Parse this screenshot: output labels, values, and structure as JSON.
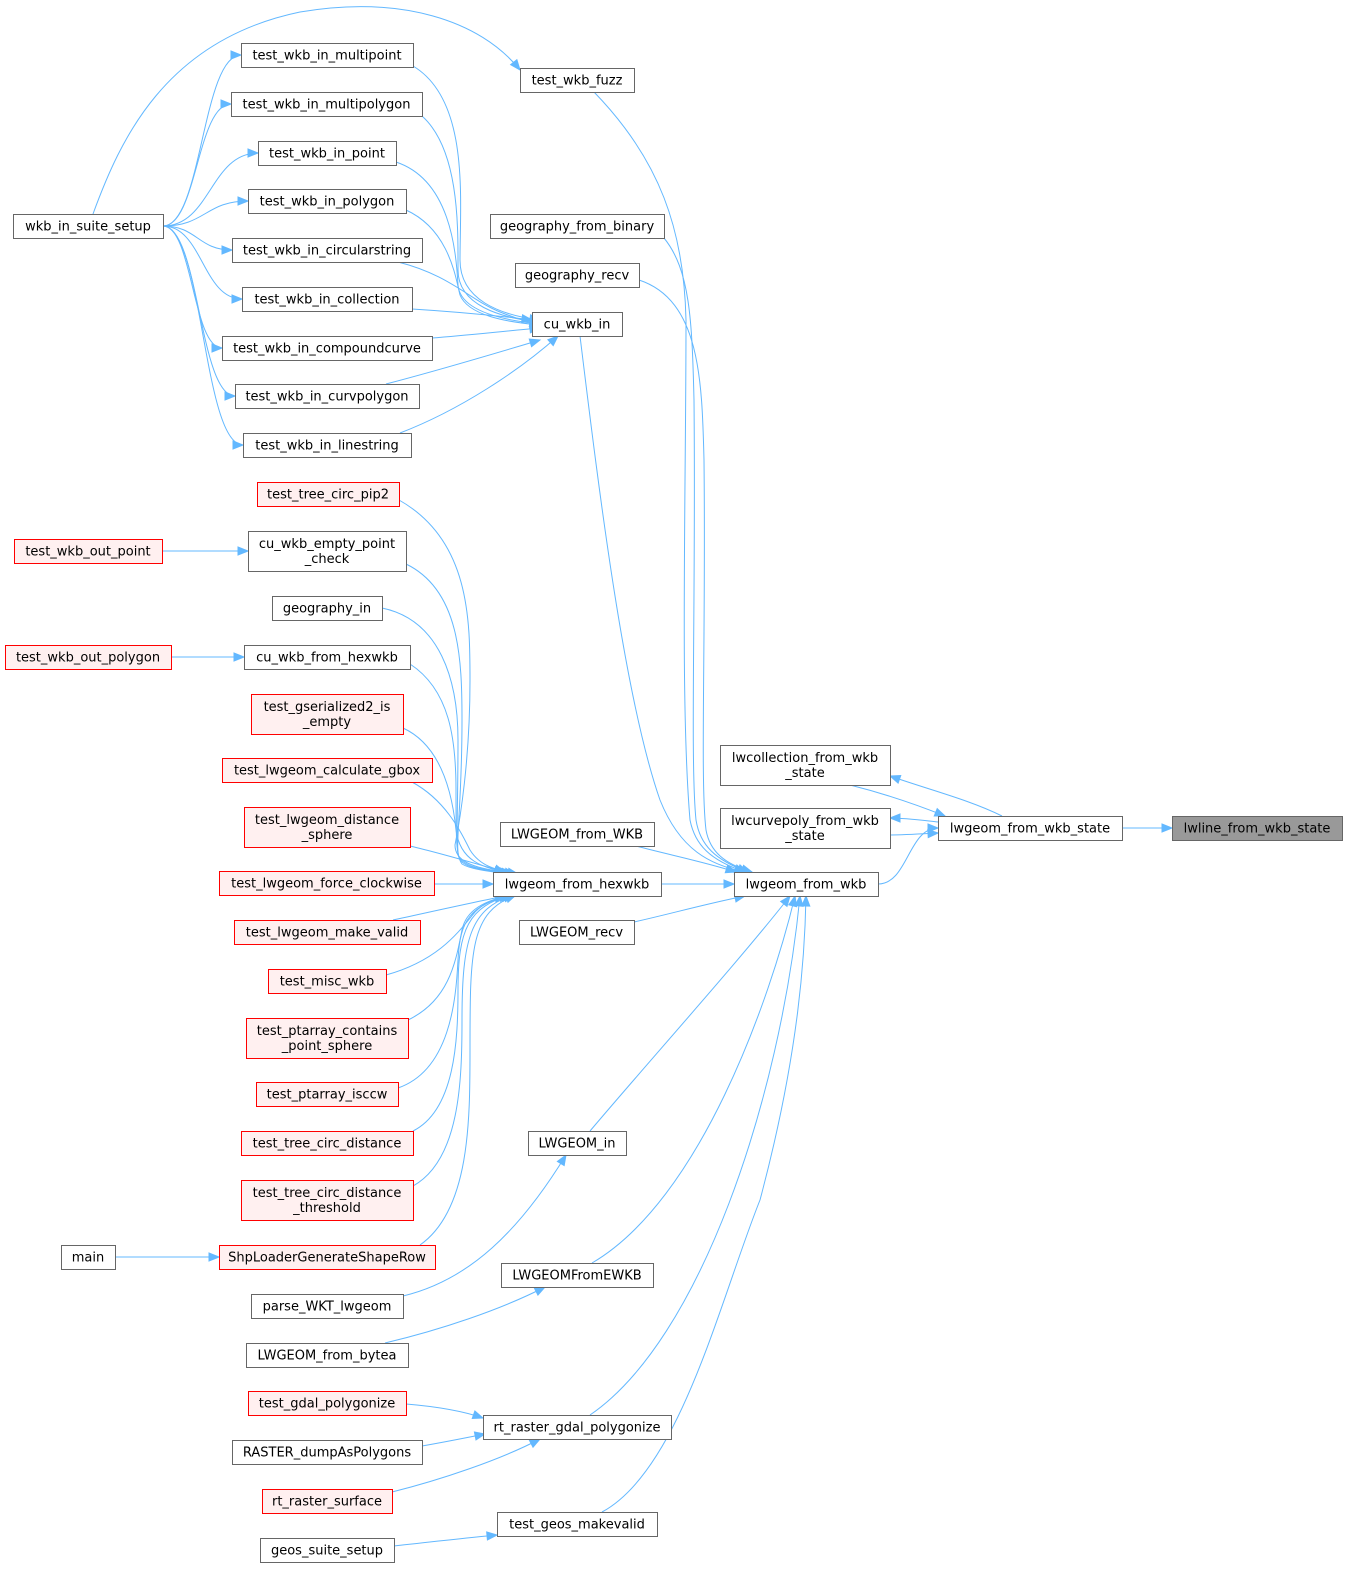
{
  "colors": {
    "edge": "#63b8ff",
    "node_fill": "#ffffff",
    "node_border": "#666666",
    "undoc_fill": "#fff0f0",
    "undoc_border": "#ff0000",
    "focus_fill": "#999999",
    "focus_border": "#666666"
  },
  "nodes": {
    "lwline_from_wkb_state": {
      "lines": [
        "lwline_from_wkb_state"
      ],
      "style": "focus"
    },
    "lwgeom_from_wkb_state": {
      "lines": [
        "lwgeom_from_wkb_state"
      ],
      "style": "normal"
    },
    "lwcollection_from_wkb_state": {
      "lines": [
        "lwcollection_from_wkb",
        "_state"
      ],
      "style": "normal"
    },
    "lwcurvepoly_from_wkb_state": {
      "lines": [
        "lwcurvepoly_from_wkb",
        "_state"
      ],
      "style": "normal"
    },
    "lwgeom_from_wkb": {
      "lines": [
        "lwgeom_from_wkb"
      ],
      "style": "normal"
    },
    "test_wkb_fuzz": {
      "lines": [
        "test_wkb_fuzz"
      ],
      "style": "normal"
    },
    "geography_from_binary": {
      "lines": [
        "geography_from_binary"
      ],
      "style": "normal"
    },
    "geography_recv": {
      "lines": [
        "geography_recv"
      ],
      "style": "normal"
    },
    "cu_wkb_in": {
      "lines": [
        "cu_wkb_in"
      ],
      "style": "normal"
    },
    "LWGEOM_from_WKB": {
      "lines": [
        "LWGEOM_from_WKB"
      ],
      "style": "normal"
    },
    "lwgeom_from_hexwkb": {
      "lines": [
        "lwgeom_from_hexwkb"
      ],
      "style": "normal"
    },
    "LWGEOM_recv": {
      "lines": [
        "LWGEOM_recv"
      ],
      "style": "normal"
    },
    "LWGEOM_in": {
      "lines": [
        "LWGEOM_in"
      ],
      "style": "normal"
    },
    "LWGEOMFromEWKB": {
      "lines": [
        "LWGEOMFromEWKB"
      ],
      "style": "normal"
    },
    "rt_raster_gdal_polygonize": {
      "lines": [
        "rt_raster_gdal_polygonize"
      ],
      "style": "normal"
    },
    "test_geos_makevalid": {
      "lines": [
        "test_geos_makevalid"
      ],
      "style": "normal"
    },
    "test_wkb_in_multipoint": {
      "lines": [
        "test_wkb_in_multipoint"
      ],
      "style": "normal"
    },
    "test_wkb_in_multipolygon": {
      "lines": [
        "test_wkb_in_multipolygon"
      ],
      "style": "normal"
    },
    "test_wkb_in_point": {
      "lines": [
        "test_wkb_in_point"
      ],
      "style": "normal"
    },
    "test_wkb_in_polygon": {
      "lines": [
        "test_wkb_in_polygon"
      ],
      "style": "normal"
    },
    "test_wkb_in_circularstring": {
      "lines": [
        "test_wkb_in_circularstring"
      ],
      "style": "normal"
    },
    "test_wkb_in_collection": {
      "lines": [
        "test_wkb_in_collection"
      ],
      "style": "normal"
    },
    "test_wkb_in_compoundcurve": {
      "lines": [
        "test_wkb_in_compoundcurve"
      ],
      "style": "normal"
    },
    "test_wkb_in_curvpolygon": {
      "lines": [
        "test_wkb_in_curvpolygon"
      ],
      "style": "normal"
    },
    "test_wkb_in_linestring": {
      "lines": [
        "test_wkb_in_linestring"
      ],
      "style": "normal"
    },
    "wkb_in_suite_setup": {
      "lines": [
        "wkb_in_suite_setup"
      ],
      "style": "normal"
    },
    "test_tree_circ_pip2": {
      "lines": [
        "test_tree_circ_pip2"
      ],
      "style": "undoc"
    },
    "cu_wkb_empty_point_check": {
      "lines": [
        "cu_wkb_empty_point",
        "_check"
      ],
      "style": "normal"
    },
    "test_wkb_out_point": {
      "lines": [
        "test_wkb_out_point"
      ],
      "style": "undoc"
    },
    "geography_in": {
      "lines": [
        "geography_in"
      ],
      "style": "normal"
    },
    "cu_wkb_from_hexwkb": {
      "lines": [
        "cu_wkb_from_hexwkb"
      ],
      "style": "normal"
    },
    "test_wkb_out_polygon": {
      "lines": [
        "test_wkb_out_polygon"
      ],
      "style": "undoc"
    },
    "test_gserialized2_is_empty": {
      "lines": [
        "test_gserialized2_is",
        "_empty"
      ],
      "style": "undoc"
    },
    "test_lwgeom_calculate_gbox": {
      "lines": [
        "test_lwgeom_calculate_gbox"
      ],
      "style": "undoc"
    },
    "test_lwgeom_distance_sphere": {
      "lines": [
        "test_lwgeom_distance",
        "_sphere"
      ],
      "style": "undoc"
    },
    "test_lwgeom_force_clockwise": {
      "lines": [
        "test_lwgeom_force_clockwise"
      ],
      "style": "undoc"
    },
    "test_lwgeom_make_valid": {
      "lines": [
        "test_lwgeom_make_valid"
      ],
      "style": "undoc"
    },
    "test_misc_wkb": {
      "lines": [
        "test_misc_wkb"
      ],
      "style": "undoc"
    },
    "test_ptarray_contains_point_sphere": {
      "lines": [
        "test_ptarray_contains",
        "_point_sphere"
      ],
      "style": "undoc"
    },
    "test_ptarray_isccw": {
      "lines": [
        "test_ptarray_isccw"
      ],
      "style": "undoc"
    },
    "test_tree_circ_distance": {
      "lines": [
        "test_tree_circ_distance"
      ],
      "style": "undoc"
    },
    "test_tree_circ_distance_threshold": {
      "lines": [
        "test_tree_circ_distance",
        "_threshold"
      ],
      "style": "undoc"
    },
    "ShpLoaderGenerateShapeRow": {
      "lines": [
        "ShpLoaderGenerateShapeRow"
      ],
      "style": "undoc"
    },
    "main": {
      "lines": [
        "main"
      ],
      "style": "normal"
    },
    "parse_WKT_lwgeom": {
      "lines": [
        "parse_WKT_lwgeom"
      ],
      "style": "normal"
    },
    "LWGEOM_from_bytea": {
      "lines": [
        "LWGEOM_from_bytea"
      ],
      "style": "normal"
    },
    "test_gdal_polygonize": {
      "lines": [
        "test_gdal_polygonize"
      ],
      "style": "undoc"
    },
    "RASTER_dumpAsPolygons": {
      "lines": [
        "RASTER_dumpAsPolygons"
      ],
      "style": "normal"
    },
    "rt_raster_surface": {
      "lines": [
        "rt_raster_surface"
      ],
      "style": "undoc"
    },
    "geos_suite_setup": {
      "lines": [
        "geos_suite_setup"
      ],
      "style": "normal"
    }
  },
  "edges": [
    {
      "from": "lwgeom_from_wkb_state",
      "to": "lwline_from_wkb_state"
    },
    {
      "from": "lwcollection_from_wkb_state",
      "to": "lwgeom_from_wkb_state"
    },
    {
      "from": "lwgeom_from_wkb_state",
      "to": "lwcollection_from_wkb_state"
    },
    {
      "from": "lwcurvepoly_from_wkb_state",
      "to": "lwgeom_from_wkb_state"
    },
    {
      "from": "lwgeom_from_wkb_state",
      "to": "lwcurvepoly_from_wkb_state"
    },
    {
      "from": "lwgeom_from_wkb",
      "to": "lwgeom_from_wkb_state"
    },
    {
      "from": "test_wkb_fuzz",
      "to": "lwgeom_from_wkb"
    },
    {
      "from": "geography_from_binary",
      "to": "lwgeom_from_wkb"
    },
    {
      "from": "geography_recv",
      "to": "lwgeom_from_wkb"
    },
    {
      "from": "cu_wkb_in",
      "to": "lwgeom_from_wkb"
    },
    {
      "from": "LWGEOM_from_WKB",
      "to": "lwgeom_from_wkb"
    },
    {
      "from": "lwgeom_from_hexwkb",
      "to": "lwgeom_from_wkb"
    },
    {
      "from": "LWGEOM_recv",
      "to": "lwgeom_from_wkb"
    },
    {
      "from": "LWGEOM_in",
      "to": "lwgeom_from_wkb"
    },
    {
      "from": "LWGEOMFromEWKB",
      "to": "lwgeom_from_wkb"
    },
    {
      "from": "rt_raster_gdal_polygonize",
      "to": "lwgeom_from_wkb"
    },
    {
      "from": "test_geos_makevalid",
      "to": "lwgeom_from_wkb"
    },
    {
      "from": "wkb_in_suite_setup",
      "to": "test_wkb_fuzz"
    },
    {
      "from": "test_wkb_in_multipoint",
      "to": "cu_wkb_in"
    },
    {
      "from": "test_wkb_in_multipolygon",
      "to": "cu_wkb_in"
    },
    {
      "from": "test_wkb_in_point",
      "to": "cu_wkb_in"
    },
    {
      "from": "test_wkb_in_polygon",
      "to": "cu_wkb_in"
    },
    {
      "from": "test_wkb_in_circularstring",
      "to": "cu_wkb_in"
    },
    {
      "from": "test_wkb_in_collection",
      "to": "cu_wkb_in"
    },
    {
      "from": "test_wkb_in_compoundcurve",
      "to": "cu_wkb_in"
    },
    {
      "from": "test_wkb_in_curvpolygon",
      "to": "cu_wkb_in"
    },
    {
      "from": "test_wkb_in_linestring",
      "to": "cu_wkb_in"
    },
    {
      "from": "wkb_in_suite_setup",
      "to": "test_wkb_in_multipoint"
    },
    {
      "from": "wkb_in_suite_setup",
      "to": "test_wkb_in_multipolygon"
    },
    {
      "from": "wkb_in_suite_setup",
      "to": "test_wkb_in_point"
    },
    {
      "from": "wkb_in_suite_setup",
      "to": "test_wkb_in_polygon"
    },
    {
      "from": "wkb_in_suite_setup",
      "to": "test_wkb_in_circularstring"
    },
    {
      "from": "wkb_in_suite_setup",
      "to": "test_wkb_in_collection"
    },
    {
      "from": "wkb_in_suite_setup",
      "to": "test_wkb_in_compoundcurve"
    },
    {
      "from": "wkb_in_suite_setup",
      "to": "test_wkb_in_curvpolygon"
    },
    {
      "from": "wkb_in_suite_setup",
      "to": "test_wkb_in_linestring"
    },
    {
      "from": "test_tree_circ_pip2",
      "to": "lwgeom_from_hexwkb"
    },
    {
      "from": "cu_wkb_empty_point_check",
      "to": "lwgeom_from_hexwkb"
    },
    {
      "from": "geography_in",
      "to": "lwgeom_from_hexwkb"
    },
    {
      "from": "cu_wkb_from_hexwkb",
      "to": "lwgeom_from_hexwkb"
    },
    {
      "from": "test_gserialized2_is_empty",
      "to": "lwgeom_from_hexwkb"
    },
    {
      "from": "test_lwgeom_calculate_gbox",
      "to": "lwgeom_from_hexwkb"
    },
    {
      "from": "test_lwgeom_distance_sphere",
      "to": "lwgeom_from_hexwkb"
    },
    {
      "from": "test_lwgeom_force_clockwise",
      "to": "lwgeom_from_hexwkb"
    },
    {
      "from": "test_lwgeom_make_valid",
      "to": "lwgeom_from_hexwkb"
    },
    {
      "from": "test_misc_wkb",
      "to": "lwgeom_from_hexwkb"
    },
    {
      "from": "test_ptarray_contains_point_sphere",
      "to": "lwgeom_from_hexwkb"
    },
    {
      "from": "test_ptarray_isccw",
      "to": "lwgeom_from_hexwkb"
    },
    {
      "from": "test_tree_circ_distance",
      "to": "lwgeom_from_hexwkb"
    },
    {
      "from": "test_tree_circ_distance_threshold",
      "to": "lwgeom_from_hexwkb"
    },
    {
      "from": "ShpLoaderGenerateShapeRow",
      "to": "lwgeom_from_hexwkb"
    },
    {
      "from": "test_wkb_out_point",
      "to": "cu_wkb_empty_point_check"
    },
    {
      "from": "test_wkb_out_polygon",
      "to": "cu_wkb_from_hexwkb"
    },
    {
      "from": "main",
      "to": "ShpLoaderGenerateShapeRow"
    },
    {
      "from": "parse_WKT_lwgeom",
      "to": "LWGEOM_in"
    },
    {
      "from": "LWGEOM_from_bytea",
      "to": "LWGEOMFromEWKB"
    },
    {
      "from": "test_gdal_polygonize",
      "to": "rt_raster_gdal_polygonize"
    },
    {
      "from": "RASTER_dumpAsPolygons",
      "to": "rt_raster_gdal_polygonize"
    },
    {
      "from": "rt_raster_surface",
      "to": "rt_raster_gdal_polygonize"
    },
    {
      "from": "geos_suite_setup",
      "to": "test_geos_makevalid"
    }
  ]
}
